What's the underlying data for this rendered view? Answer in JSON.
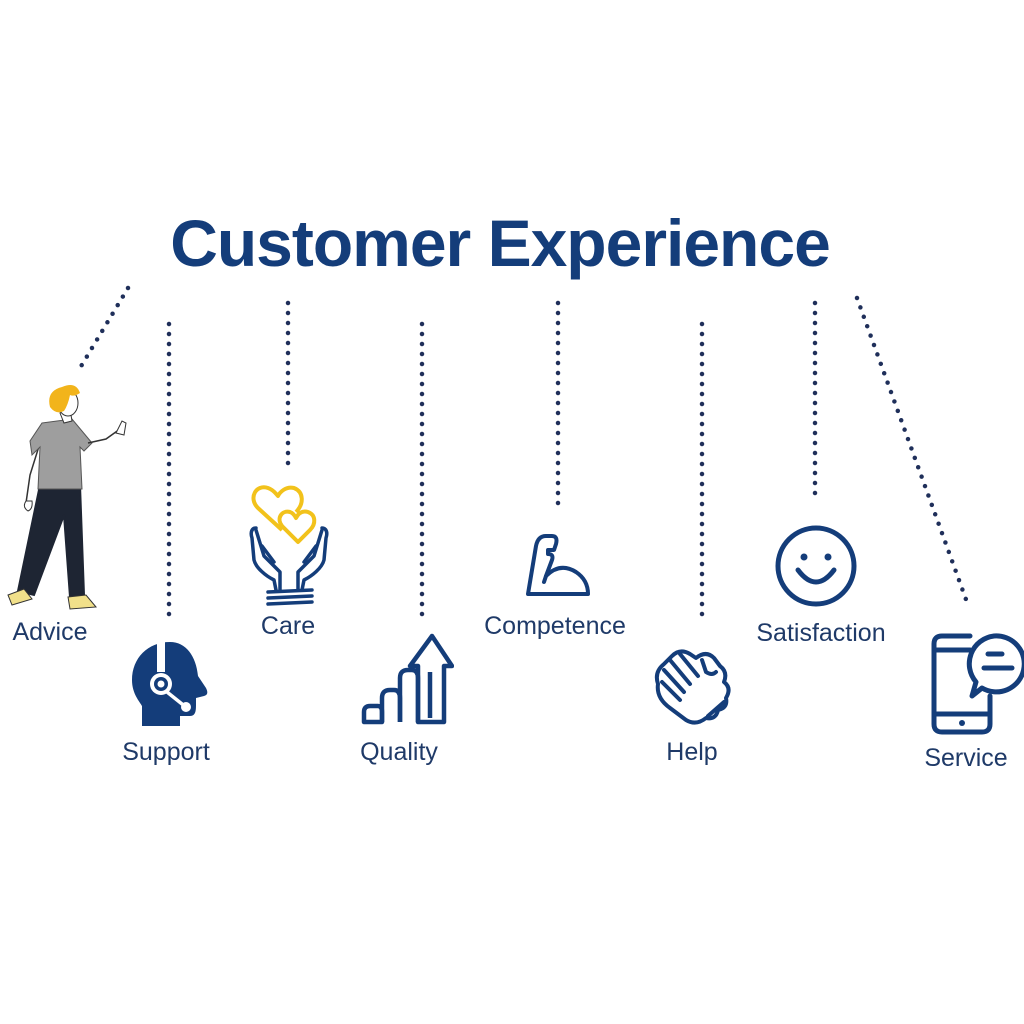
{
  "title": "Customer Experience",
  "colors": {
    "primary": "#143d7a",
    "accent": "#f2c21b",
    "text": "#1f3a68",
    "background": "#ffffff"
  },
  "items": [
    {
      "label": "Advice",
      "icon": "person-pointing-illustration"
    },
    {
      "label": "Support",
      "icon": "headset-head-icon"
    },
    {
      "label": "Care",
      "icon": "hands-hearts-icon"
    },
    {
      "label": "Quality",
      "icon": "rising-bars-arrow-icon"
    },
    {
      "label": "Competence",
      "icon": "flexed-arm-icon"
    },
    {
      "label": "Help",
      "icon": "handshake-icon"
    },
    {
      "label": "Satisfaction",
      "icon": "smiley-face-icon"
    },
    {
      "label": "Service",
      "icon": "phone-chat-icon"
    }
  ]
}
